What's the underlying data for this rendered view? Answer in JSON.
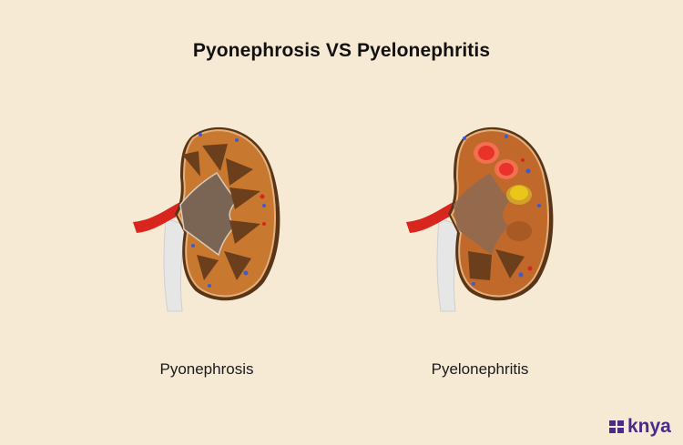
{
  "title": "Pyonephrosis VS Pyelonephritis",
  "diagrams": [
    {
      "label": "Pyonephrosis",
      "illustration": "kidney-pyonephrosis"
    },
    {
      "label": "Pyelonephritis",
      "illustration": "kidney-pyelonephritis"
    }
  ],
  "brand": {
    "name": "knya",
    "icon": "knya-logo-icon",
    "color": "#4b2a8a"
  },
  "colors": {
    "background": "#f6ead4",
    "kidney_cortex": "#c9782f",
    "medulla_pyramid": "#6b3e1c",
    "pelvis": "#7a6555",
    "artery": "#d8261f",
    "ureter": "#e8e8e8",
    "abscess_red": "#e8322a",
    "pus_yellow": "#e9c619"
  }
}
